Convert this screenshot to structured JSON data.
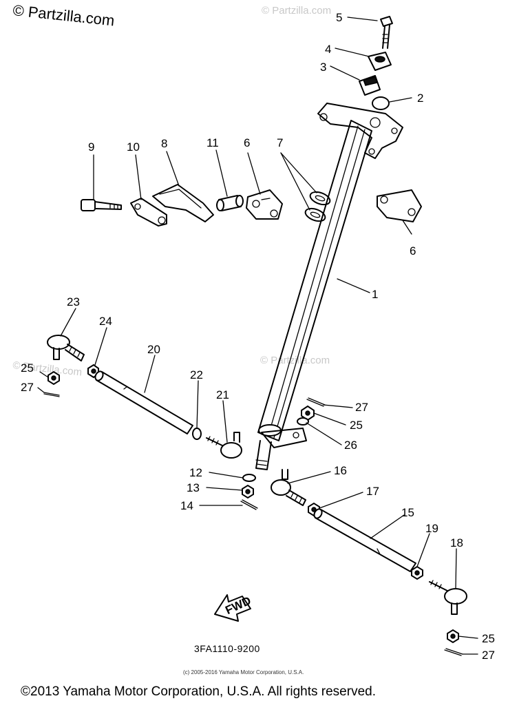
{
  "watermark": {
    "main": "© Partzilla.com",
    "faint": [
      "© Partzilla.com",
      "© Partzilla.com",
      "© Partzilla.com"
    ]
  },
  "callouts": [
    "1",
    "2",
    "3",
    "4",
    "5",
    "6",
    "6",
    "7",
    "8",
    "9",
    "10",
    "11",
    "12",
    "13",
    "14",
    "15",
    "16",
    "17",
    "18",
    "19",
    "20",
    "21",
    "22",
    "23",
    "24",
    "25",
    "25",
    "25",
    "26",
    "27",
    "27",
    "27"
  ],
  "diagram_code": "3FA1110-9200",
  "fwd_label": "FWD",
  "small_copyright": "(c) 2005-2016 Yamaha Motor Corporation, U.S.A.",
  "footer_copyright": "©2013 Yamaha Motor Corporation, U.S.A. All rights reserved."
}
